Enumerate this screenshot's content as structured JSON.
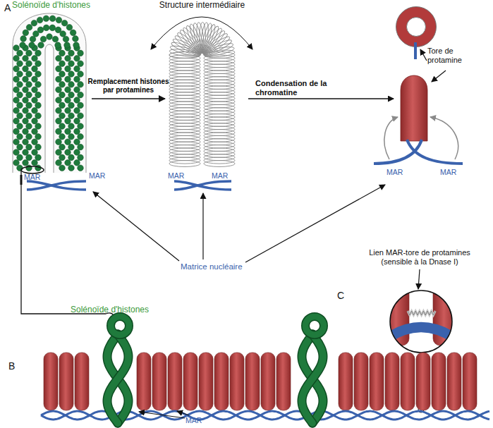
{
  "diagram": {
    "nodes": [
      {
        "text": [
          "Solénoïde d'histones"
        ]
      },
      {
        "text": [
          "Structure intermédiaire"
        ]
      }
    ],
    "edges": [
      {
        "from": 0,
        "to": 1,
        "arrow": "to",
        "label": "Remplacement histones par protamines"
      }
    ],
    "labels": [
      "A",
      "Tore de protamine",
      "Condensation de la chromatine",
      "MAR",
      "MAR",
      "MAR",
      "MAR",
      "MAR",
      "MAR",
      "Matrice nucléaire",
      "Lien MAR-tore de protamines (sensible à la Dnase I)",
      "C",
      "B",
      "Solénoïde d'histones",
      "MAR"
    ]
  }
}
